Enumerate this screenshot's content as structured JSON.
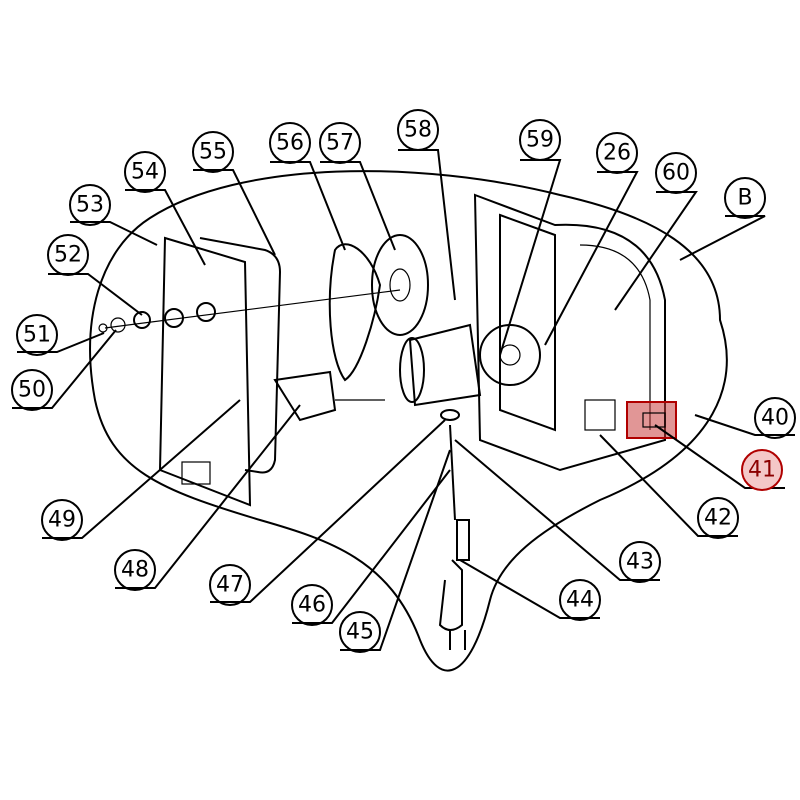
{
  "title": "Exploded parts diagram",
  "highlight_color": "#b00000",
  "highlighted_part": "41",
  "labels": {
    "p53": "53",
    "p54": "54",
    "p55": "55",
    "p56": "56",
    "p57": "57",
    "p58": "58",
    "p59": "59",
    "p26": "26",
    "p60": "60",
    "pB": "B",
    "p52": "52",
    "p51": "51",
    "p50": "50",
    "p40": "40",
    "p41": "41",
    "p49": "49",
    "p42": "42",
    "p48": "48",
    "p47": "47",
    "p43": "43",
    "p46": "46",
    "p44": "44",
    "p45": "45"
  }
}
